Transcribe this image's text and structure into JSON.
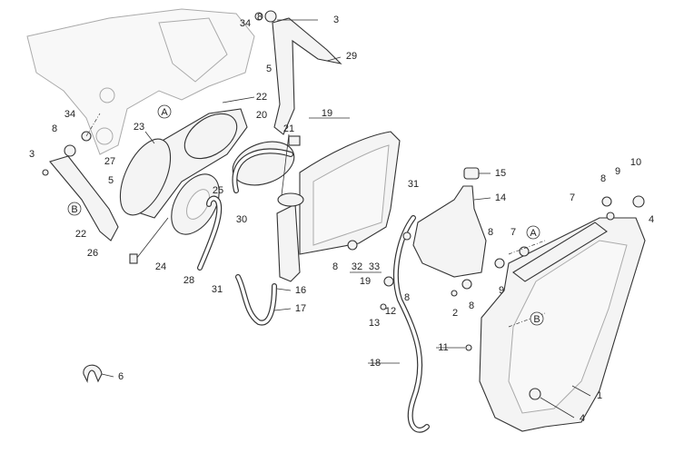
{
  "title": "Cooling system exploded parts diagram",
  "callouts": [
    "34",
    "8",
    "3",
    "5",
    "29",
    "22",
    "34",
    "8",
    "23",
    "20",
    "21",
    "19",
    "27",
    "3",
    "5",
    "25",
    "22",
    "26",
    "24",
    "30",
    "28",
    "31",
    "16",
    "17",
    "15",
    "14",
    "31",
    "7",
    "10",
    "9",
    "8",
    "4",
    "8",
    "7",
    "32",
    "33",
    "19",
    "8",
    "8",
    "12",
    "13",
    "2",
    "8",
    "9",
    "11",
    "18",
    "1",
    "6",
    "4"
  ],
  "reference_marks": [
    "A",
    "B",
    "A",
    "B"
  ]
}
